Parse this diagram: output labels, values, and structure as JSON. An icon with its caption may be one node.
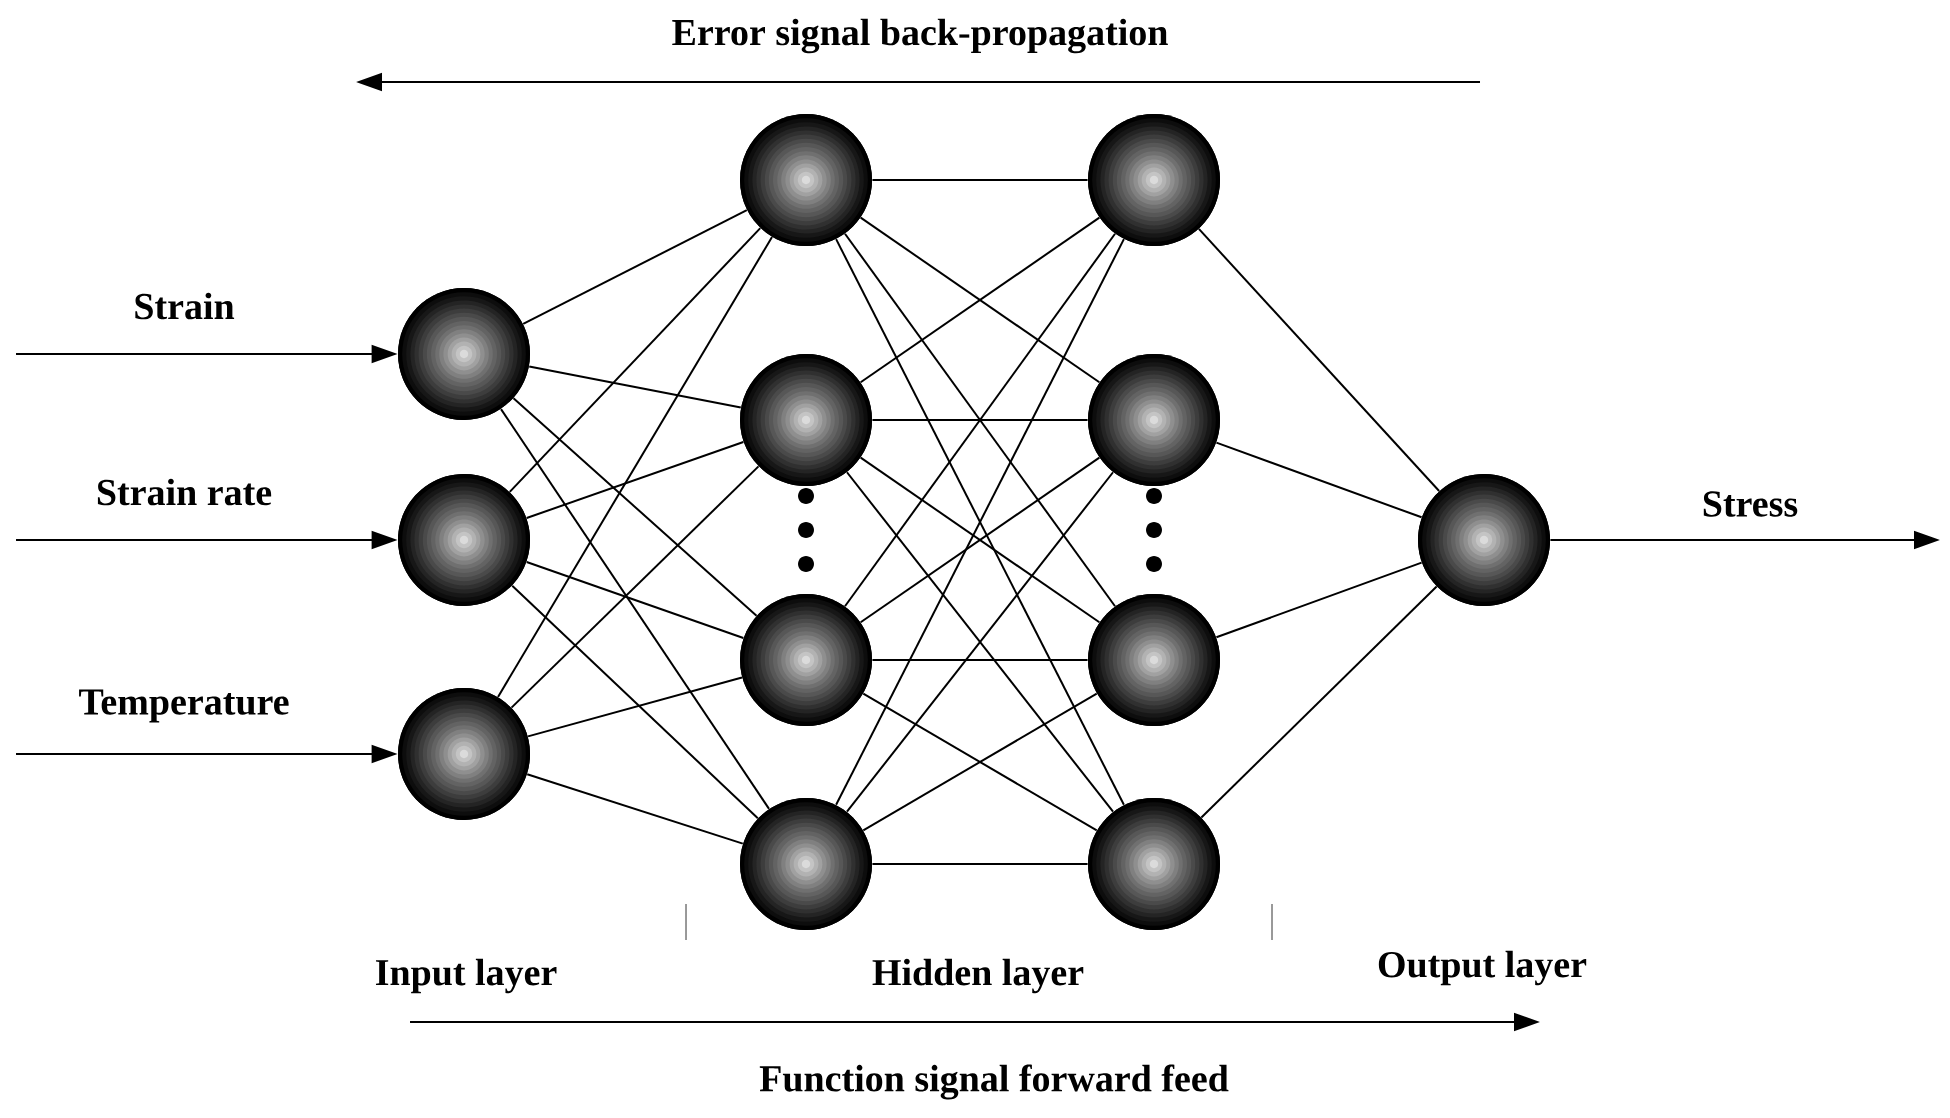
{
  "diagram": {
    "nodes": [
      {
        "text": [],
        "shape": "circle"
      },
      {
        "text": [],
        "shape": "circle"
      },
      {
        "text": [],
        "shape": "circle"
      },
      {
        "text": [],
        "shape": "circle"
      },
      {
        "text": [],
        "shape": "circle"
      },
      {
        "text": [],
        "shape": "circle"
      },
      {
        "text": [],
        "shape": "circle"
      },
      {
        "text": [],
        "shape": "circle"
      },
      {
        "text": [],
        "shape": "circle"
      },
      {
        "text": [],
        "shape": "circle"
      },
      {
        "text": [],
        "shape": "circle"
      },
      {
        "text": [],
        "shape": "circle"
      }
    ],
    "edges": [
      {
        "from": null,
        "to": 0,
        "arrow": "to",
        "label": "Strain"
      },
      {
        "from": null,
        "to": 1,
        "arrow": "to",
        "label": "Strain rate"
      },
      {
        "from": null,
        "to": 2,
        "arrow": "to",
        "label": "Temperature"
      },
      {
        "from": 0,
        "to": 3,
        "arrow": "none"
      },
      {
        "from": 0,
        "to": 4,
        "arrow": "none"
      },
      {
        "from": 0,
        "to": 5,
        "arrow": "none"
      },
      {
        "from": 0,
        "to": 6,
        "arrow": "none"
      },
      {
        "from": 1,
        "to": 3,
        "arrow": "none"
      },
      {
        "from": 1,
        "to": 4,
        "arrow": "none"
      },
      {
        "from": 1,
        "to": 5,
        "arrow": "none"
      },
      {
        "from": 1,
        "to": 6,
        "arrow": "none"
      },
      {
        "from": 2,
        "to": 3,
        "arrow": "none"
      },
      {
        "from": 2,
        "to": 4,
        "arrow": "none"
      },
      {
        "from": 2,
        "to": 5,
        "arrow": "none"
      },
      {
        "from": 2,
        "to": 6,
        "arrow": "none"
      },
      {
        "from": 3,
        "to": 7,
        "arrow": "none"
      },
      {
        "from": 3,
        "to": 8,
        "arrow": "none"
      },
      {
        "from": 3,
        "to": 9,
        "arrow": "none"
      },
      {
        "from": 3,
        "to": 10,
        "arrow": "none"
      },
      {
        "from": 4,
        "to": 7,
        "arrow": "none"
      },
      {
        "from": 4,
        "to": 8,
        "arrow": "none"
      },
      {
        "from": 4,
        "to": 9,
        "arrow": "none"
      },
      {
        "from": 4,
        "to": 10,
        "arrow": "none"
      },
      {
        "from": 5,
        "to": 7,
        "arrow": "none"
      },
      {
        "from": 5,
        "to": 8,
        "arrow": "none"
      },
      {
        "from": 5,
        "to": 9,
        "arrow": "none"
      },
      {
        "from": 5,
        "to": 10,
        "arrow": "none"
      },
      {
        "from": 6,
        "to": 7,
        "arrow": "none"
      },
      {
        "from": 6,
        "to": 8,
        "arrow": "none"
      },
      {
        "from": 6,
        "to": 9,
        "arrow": "none"
      },
      {
        "from": 6,
        "to": 10,
        "arrow": "none"
      },
      {
        "from": 7,
        "to": 11,
        "arrow": "none"
      },
      {
        "from": 8,
        "to": 11,
        "arrow": "none"
      },
      {
        "from": 9,
        "to": 11,
        "arrow": "none"
      },
      {
        "from": 10,
        "to": 11,
        "arrow": "none"
      },
      {
        "from": 11,
        "to": null,
        "arrow": "to",
        "label": "Stress"
      }
    ],
    "labels": [
      "Error signal back-propagation",
      "Input layer",
      "Hidden layer",
      "Output layer",
      "Function signal forward feed"
    ]
  }
}
